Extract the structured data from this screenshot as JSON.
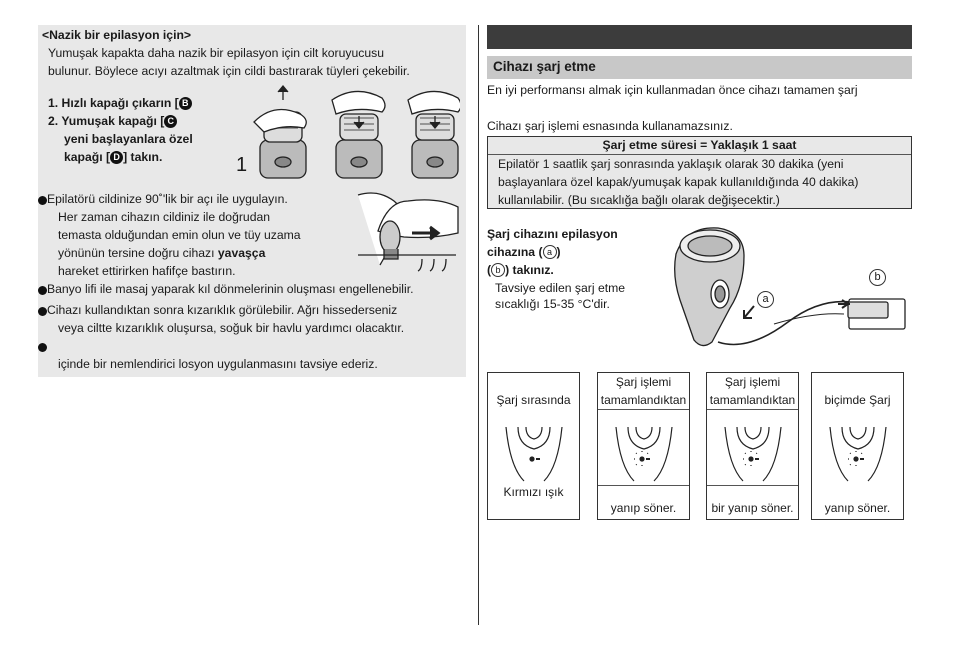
{
  "left": {
    "heading": "<Nazik bir epilasyon için>",
    "intro": [
      "Yumuşak kapakta daha nazik bir epilasyon için cilt koruyucusu",
      "bulunur. Böylece acıyı azaltmak için cildi bastırarak tüyleri çekebilir."
    ],
    "steps": {
      "s1_prefix": "1. Hızlı kapağı çıkarın [",
      "s1_badge": "B",
      "s2_prefix": "2. Yumuşak kapağı [",
      "s2_badge": "C",
      "s2_line2": "yeni başlayanlara özel",
      "s2_line3_prefix": "kapağı [",
      "s2_badge2": "D",
      "s2_line3_suffix": "] takın.",
      "figure_number": "1"
    },
    "bullet1": {
      "line1": "Epilatörü cildinize 90˚'lik bir açı ile uygulayın.",
      "line2": "Her zaman cihazın cildiniz ile doğrudan",
      "line3": "temasta olduğundan emin olun ve tüy uzama",
      "line4_prefix": "yönünün tersine doğru cihazı ",
      "line4_bold": "yavaşça",
      "line5": "hareket ettirirken hafifçe bastırın."
    },
    "bullet2": "Banyo lifi ile masaj yaparak kıl dönmelerinin oluşması engellenebilir.",
    "bullet3": {
      "line1": "Cihazı kullandıktan sonra kızarıklık görülebilir. Ağrı hissederseniz",
      "line2": "veya ciltte kızarıklık oluşursa, soğuk bir havlu yardımcı olacaktır."
    },
    "bullet4": {
      "line1": "",
      "line2": "içinde bir nemlendirici losyon uygulanmasını tavsiye ederiz."
    }
  },
  "right": {
    "section_title": "Cihazı şarj etme",
    "p1": "En iyi performansı almak için kullanmadan önce cihazı tamamen şarj",
    "p2": "Cihazı şarj işlemi esnasında kullanamazsınız.",
    "time_box": {
      "title": "Şarj etme süresi = Yaklaşık 1 saat",
      "line1": "Epilatör 1 saatlik şarj sonrasında yaklaşık olarak 30 dakika (yeni",
      "line2": "başlayanlara özel kapak/yumuşak kapak kullanıldığında 40 dakika)",
      "line3": "kullanılabilir. (Bu sıcaklığa bağlı olarak değişecektir.)"
    },
    "charge_instr": {
      "line1": "Şarj cihazını epilasyon",
      "line2_prefix": "cihazına (",
      "label_a": "a",
      "line2_suffix": ")",
      "line3_prefix": "(",
      "label_b": "b",
      "line3_suffix": ") takınız.",
      "line4": "Tavsiye edilen şarj etme",
      "line5": "sıcaklığı 15-35 °C'dir."
    },
    "figure_labels": {
      "a": "a",
      "b": "b"
    },
    "panels": [
      {
        "top1": "",
        "top2": "Şarj sırasında",
        "bottom": "Kırmızı ışık",
        "blink": false
      },
      {
        "top1": "Şarj işlemi",
        "top2": "tamamlandıktan",
        "bottom": "yanıp söner.",
        "blink": true
      },
      {
        "top1": "Şarj işlemi",
        "top2": "tamamlandıktan",
        "bottom": "bir yanıp söner.",
        "blink": true
      },
      {
        "top1": "",
        "top2": "biçimde Şarj",
        "bottom": "yanıp söner.",
        "blink": true
      }
    ]
  }
}
